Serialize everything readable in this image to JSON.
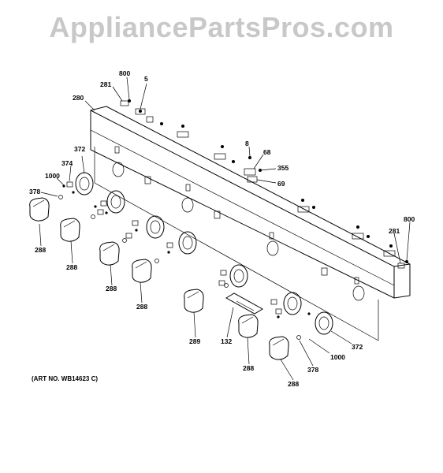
{
  "watermark": "AppliancePartsPros.com",
  "art_number": "(ART NO. WB14623 C)",
  "callouts": {
    "c800a": "800",
    "c281a": "281",
    "c5": "5",
    "c280": "280",
    "c372a": "372",
    "c374": "374",
    "c1000a": "1000",
    "c378a": "378",
    "c288a": "288",
    "c288b": "288",
    "c288c": "288",
    "c288d": "288",
    "c8": "8",
    "c68": "68",
    "c355": "355",
    "c69": "69",
    "c800b": "800",
    "c281b": "281",
    "c289": "289",
    "c132": "132",
    "c288e": "288",
    "c288f": "288",
    "c378b": "378",
    "c1000b": "1000",
    "c372b": "372"
  }
}
